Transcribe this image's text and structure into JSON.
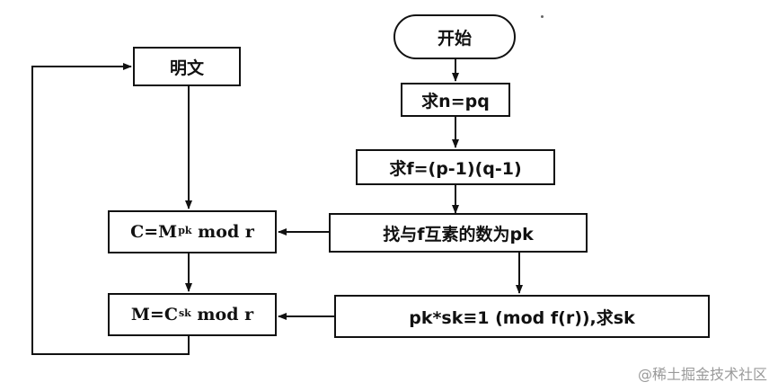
{
  "nodes": {
    "start": "开始",
    "compute_n": "求n=pq",
    "compute_f": "求f=(p-1)(q-1)",
    "find_pk": "找与f互素的数为pk",
    "solve_sk": "pk*sk≡1 (mod f(r)),求sk",
    "plaintext": "明文",
    "encrypt": {
      "base": "C=M",
      "exp": "pk",
      "tail": " mod r"
    },
    "decrypt": {
      "base": "M=C",
      "exp": "sk",
      "tail": " mod r"
    }
  },
  "watermark": "@稀土掘金技术社区",
  "colors": {
    "line": "#111111",
    "watermark": "#9a9a9a"
  }
}
